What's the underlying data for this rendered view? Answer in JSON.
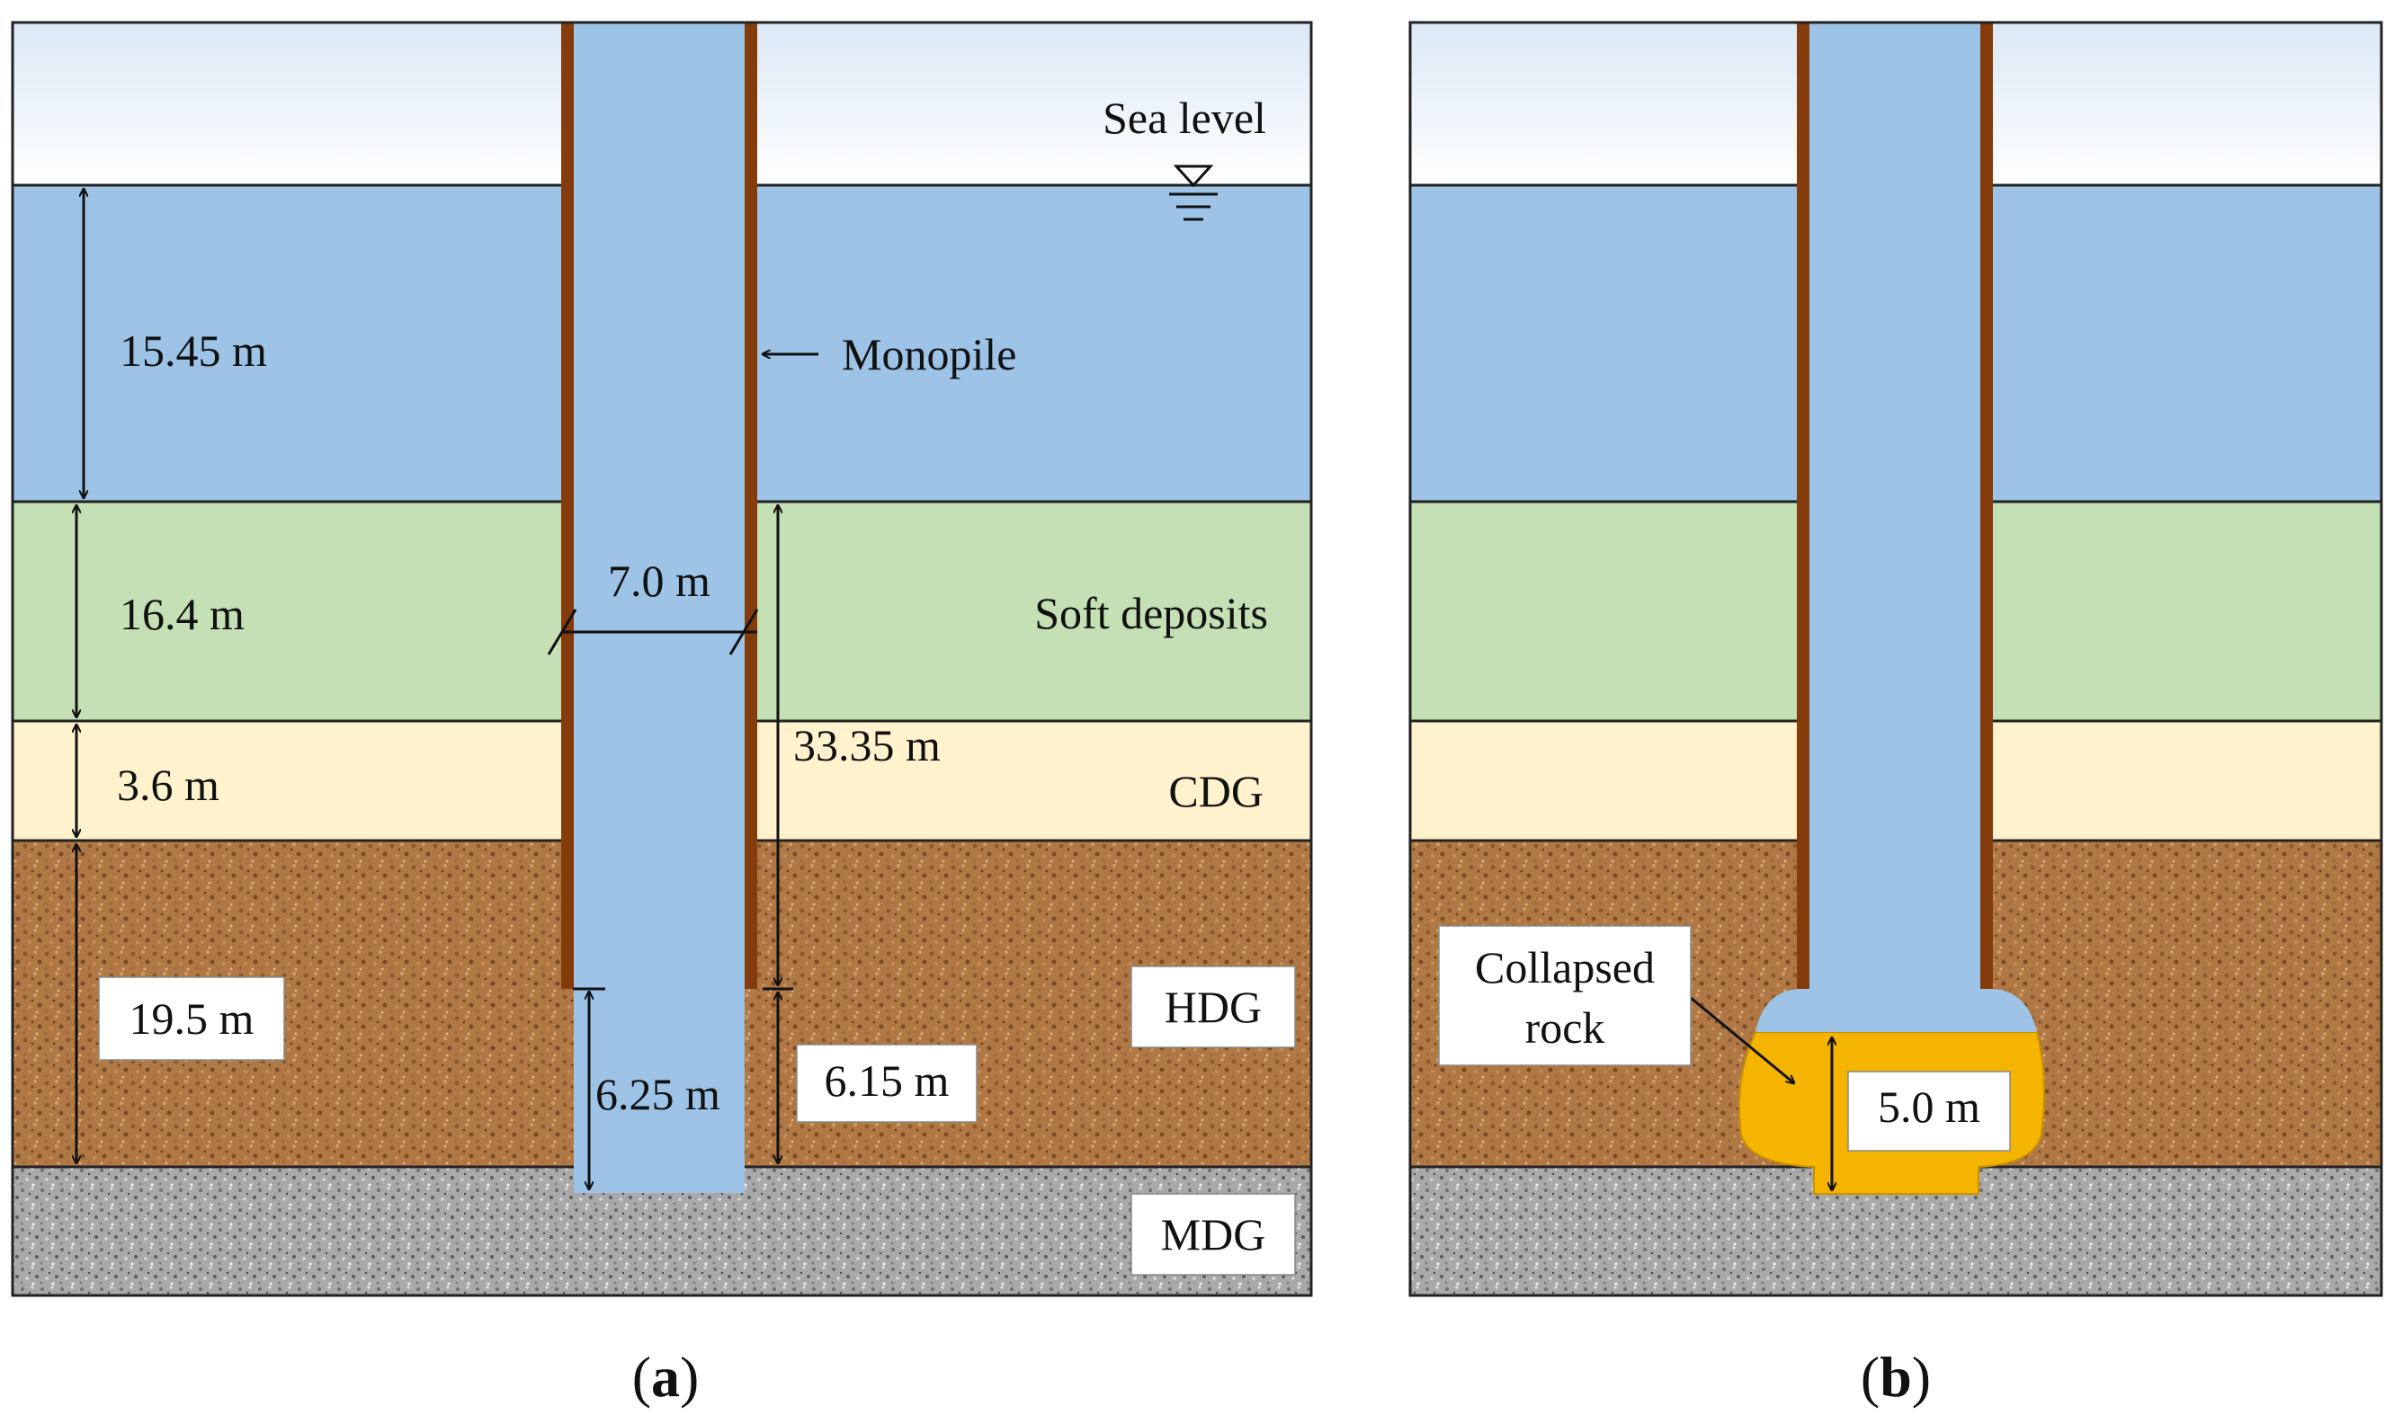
{
  "panel_a": {
    "caption_letter": "a",
    "labels": {
      "sea_level": "Sea level",
      "monopile": "Monopile",
      "soft_deposits": "Soft deposits",
      "cdg": "CDG",
      "hdg": "HDG",
      "mdg": "MDG"
    },
    "dimensions": {
      "water_depth": "15.45 m",
      "soft_deposits_thickness": "16.4 m",
      "cdg_thickness": "3.6 m",
      "hdg_thickness": "19.5 m",
      "pile_diameter": "7.0 m",
      "pile_embedment": "33.35 m",
      "socket_depth": "6.25 m",
      "pile_tip_to_mdg": "6.15 m"
    }
  },
  "panel_b": {
    "caption_letter": "b",
    "labels": {
      "collapsed_rock_line1": "Collapsed",
      "collapsed_rock_line2": "rock"
    },
    "dimensions": {
      "collapsed_rock_height": "5.0 m"
    }
  },
  "colors": {
    "sky": "#eef4fb",
    "water": "#9dc3e6",
    "soft_deposits": "#c5e0b4",
    "cdg": "#fff2cc",
    "hdg": "#b07845",
    "mdg": "#a6a6a6",
    "pile_wall": "#843c0c",
    "collapsed_rock": "#f5b400"
  }
}
